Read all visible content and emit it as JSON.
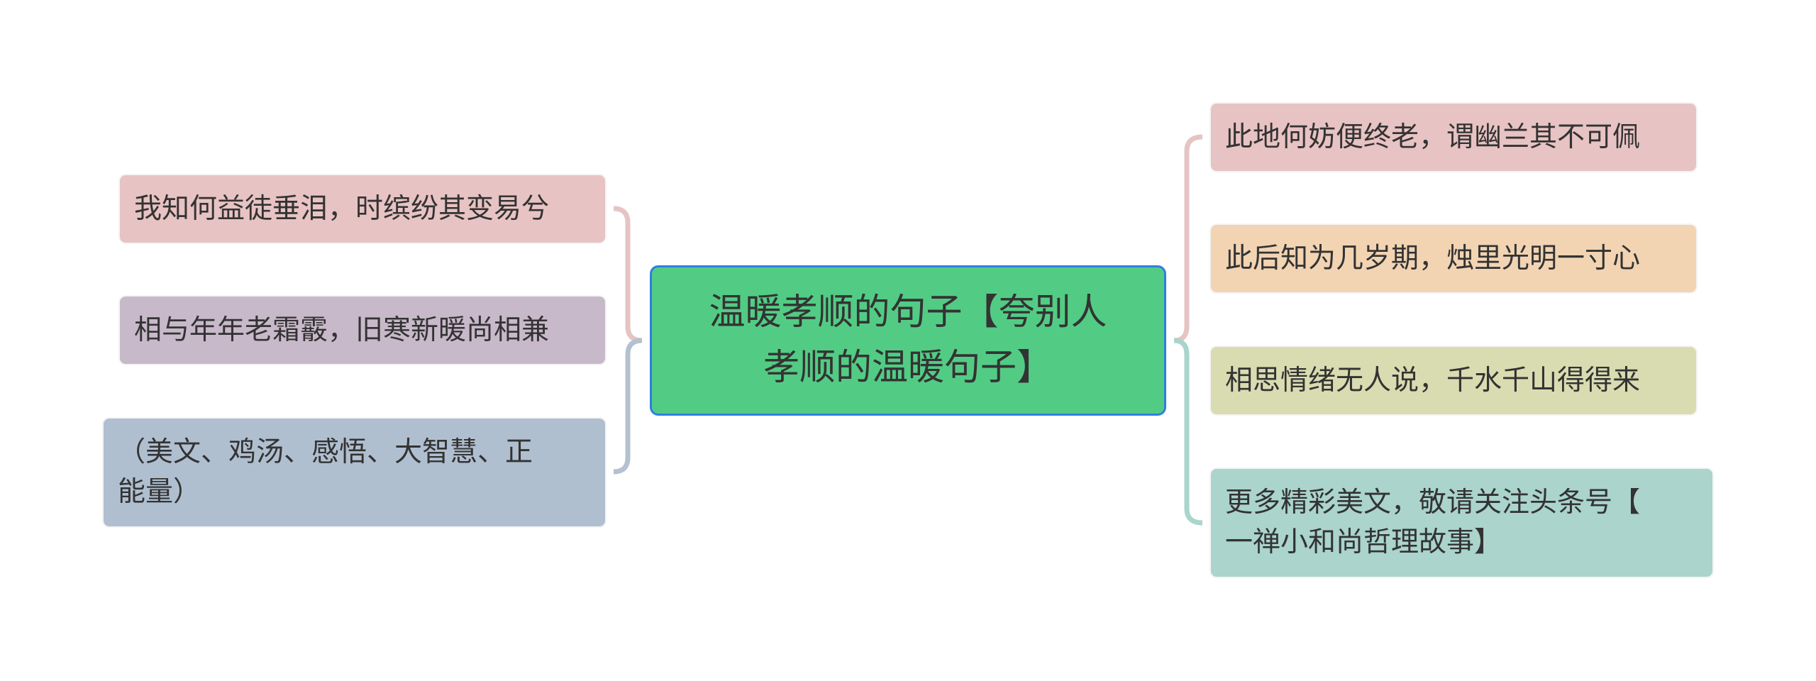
{
  "diagram": {
    "type": "mind-map",
    "center": {
      "text": "温暖孝顺的句子【夸别人孝顺的温暖句子】",
      "line1": "温暖孝顺的句子【夸别人",
      "line2": "孝顺的温暖句子】",
      "bg": "#52cc84",
      "border": "#2f7fe0"
    },
    "left": [
      {
        "text": "我知何益徒垂泪，时缤纷其变易兮",
        "bg": "#e8c3c3"
      },
      {
        "text": "相与年年老霜霰，旧寒新暖尚相兼",
        "bg": "#c8b9ca"
      },
      {
        "text": "（美文、鸡汤、感悟、大智慧、正能量）",
        "line1": "（美文、鸡汤、感悟、大智慧、正",
        "line2": "能量）",
        "bg": "#b0bfd0"
      }
    ],
    "right": [
      {
        "text": "此地何妨便终老，谓幽兰其不可佩",
        "bg": "#e8c3c3"
      },
      {
        "text": "此后知为几岁期，烛里光明一寸心",
        "bg": "#f2d4b3"
      },
      {
        "text": "相思情绪无人说，千水千山得得来",
        "bg": "#d9dcb0"
      },
      {
        "text": "更多精彩美文，敬请关注头条号【一禅小和尚哲理故事】",
        "line1": "更多精彩美文，敬请关注头条号【",
        "line2": "一禅小和尚哲理故事】",
        "bg": "#aad4cc"
      }
    ],
    "connector_colors": {
      "left_upper": "#e6c4c4",
      "left_lower": "#b3c1d0",
      "right_upper": "#e6c4c4",
      "right_lower": "#a8d5cc"
    }
  }
}
